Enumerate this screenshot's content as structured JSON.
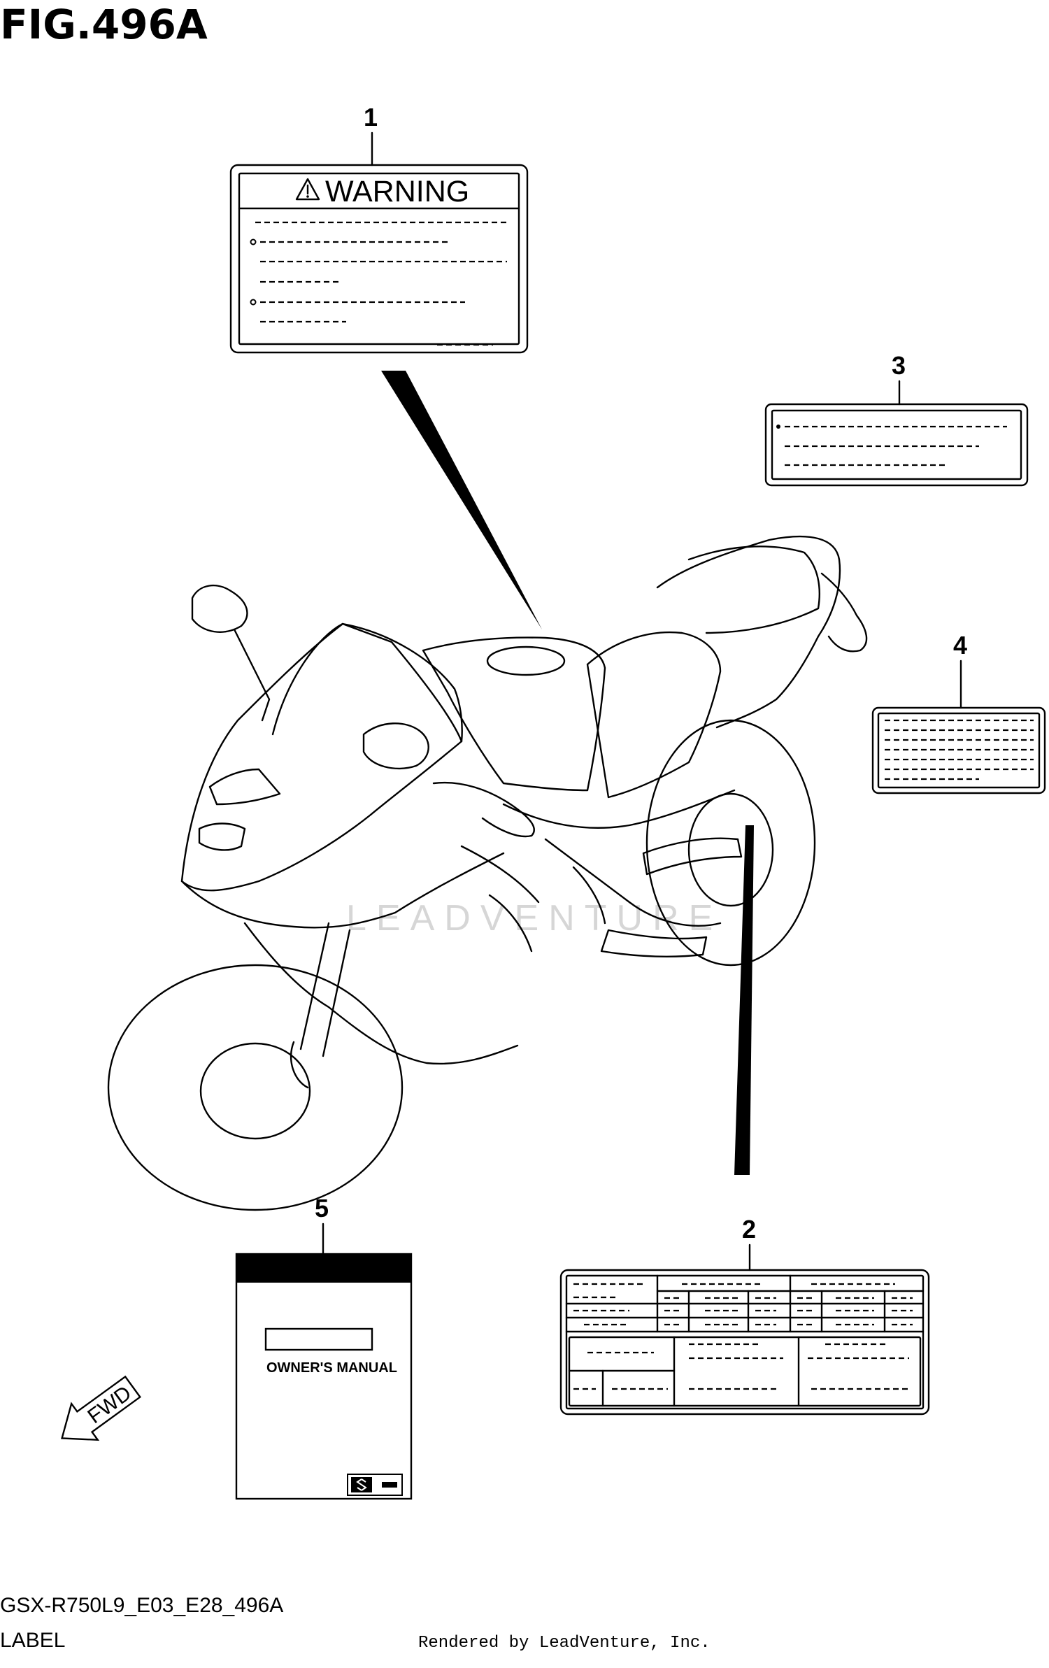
{
  "figure": {
    "title": "FIG.496A",
    "code": "GSX-R750L9_E03_E28_496A",
    "name": "LABEL",
    "render_credit": "Rendered by LeadVenture, Inc.",
    "watermark": "LEADVENTURE"
  },
  "callouts": [
    {
      "number": "1"
    },
    {
      "number": "2"
    },
    {
      "number": "3"
    },
    {
      "number": "4"
    },
    {
      "number": "5"
    }
  ],
  "labels": {
    "warning_heading": "WARNING",
    "manual_title": "OWNER'S MANUAL",
    "fwd": "FWD"
  },
  "icons": [
    "warning-triangle-icon",
    "suzuki-logo-icon",
    "fwd-arrow-icon"
  ]
}
